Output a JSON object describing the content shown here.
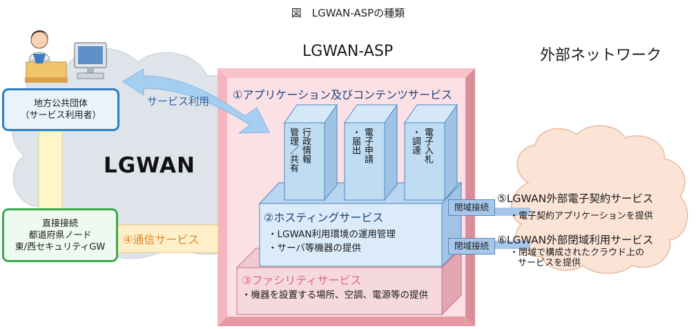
{
  "caption": "図　LGWAN-ASPの種類",
  "headers": {
    "asp": "LGWAN-ASP",
    "external": "外部ネットワーク"
  },
  "lgwan_label": "LGWAN",
  "local_gov": {
    "line1": "地方公共団体",
    "line2": "（サービス利用者）"
  },
  "direct": {
    "line1": "直接接続",
    "line2": "都道府県ノード",
    "line3": "東/西セキュリティGW"
  },
  "service_use_label": "サービス利用",
  "comm_service": "④通信サービス",
  "app_service": {
    "title": "①アプリケーション及びコンテンツサービス",
    "pillars": [
      {
        "col1": "行政情報",
        "col2": "管理／共有"
      },
      {
        "col1": "電子申請",
        "col2": "・届出"
      },
      {
        "col1": "電子入札",
        "col2": "・調達"
      }
    ]
  },
  "hosting": {
    "title": "②ホスティングサービス",
    "items": [
      "・LGWAN利用環境の運用管理",
      "・サーバ等機器の提供"
    ]
  },
  "facility": {
    "title": "③ファシリティサービス",
    "item": "・機器を設置する場所、空調、電源等の提供"
  },
  "closed_conn": [
    "閉域接続",
    "閉域接続"
  ],
  "ext_contract": {
    "title": "⑤LGWAN外部電子契約サービス",
    "desc": "・電子契約アプリケーションを提供"
  },
  "ext_closed": {
    "title": "⑥LGWAN外部閉域利用サービス",
    "desc1": "・閉域で構成されたクラウド上の",
    "desc2": "サービスを提供"
  },
  "colors": {
    "cloud_gray": "#dfe3ea",
    "cloud_orange": "#fbe3d6",
    "asp_frame": "#f7c9cf",
    "hosting_blue": "#dcebfa",
    "facility_pink": "#f6d9de",
    "pillar_blue": "#bfdcf3",
    "accent_red": "#c0392b"
  },
  "icons": [
    "office-worker-icon",
    "computer-icon",
    "arrow-icon"
  ]
}
